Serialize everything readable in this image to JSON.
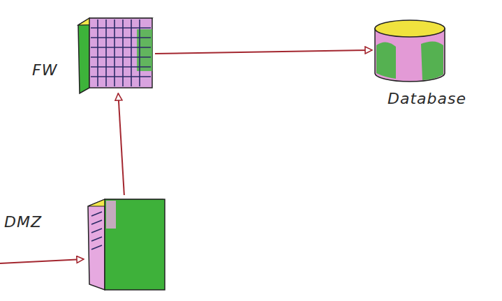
{
  "diagram": {
    "nodes": [
      {
        "text": [
          "FW"
        ]
      },
      {
        "text": [
          "Database"
        ]
      },
      {
        "text": [
          "DMZ"
        ]
      }
    ],
    "edges": [
      {
        "from": 2,
        "to": 0,
        "arrow": "to"
      },
      {
        "from": 0,
        "to": 1,
        "arrow": "to"
      }
    ]
  }
}
